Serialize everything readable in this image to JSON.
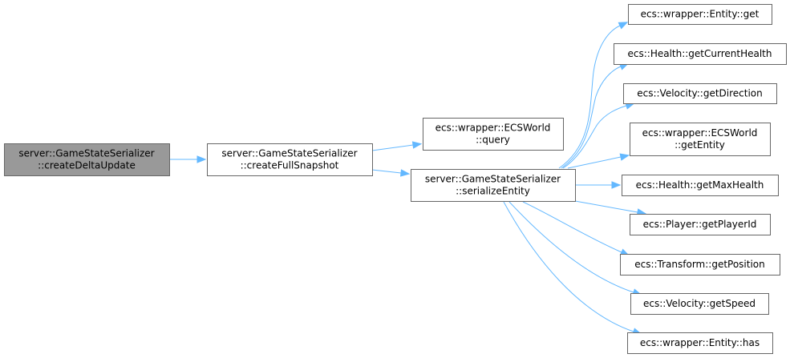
{
  "colors": {
    "edge": "#63b8ff",
    "root_fill": "#999999",
    "node_border": "#666666"
  },
  "nodes": [
    {
      "id": "createDeltaUpdate",
      "lines": [
        "server::GameStateSerializer",
        "::createDeltaUpdate"
      ],
      "root": true
    },
    {
      "id": "createFullSnapshot",
      "lines": [
        "server::GameStateSerializer",
        "::createFullSnapshot"
      ]
    },
    {
      "id": "query",
      "lines": [
        "ecs::wrapper::ECSWorld",
        "::query"
      ]
    },
    {
      "id": "serializeEntity",
      "lines": [
        "server::GameStateSerializer",
        "::serializeEntity"
      ]
    },
    {
      "id": "get",
      "lines": [
        "ecs::wrapper::Entity::get"
      ]
    },
    {
      "id": "getCurrentHealth",
      "lines": [
        "ecs::Health::getCurrentHealth"
      ]
    },
    {
      "id": "getDirection",
      "lines": [
        "ecs::Velocity::getDirection"
      ]
    },
    {
      "id": "getEntity",
      "lines": [
        "ecs::wrapper::ECSWorld",
        "::getEntity"
      ]
    },
    {
      "id": "getMaxHealth",
      "lines": [
        "ecs::Health::getMaxHealth"
      ]
    },
    {
      "id": "getPlayerId",
      "lines": [
        "ecs::Player::getPlayerId"
      ]
    },
    {
      "id": "getPosition",
      "lines": [
        "ecs::Transform::getPosition"
      ]
    },
    {
      "id": "getSpeed",
      "lines": [
        "ecs::Velocity::getSpeed"
      ]
    },
    {
      "id": "has",
      "lines": [
        "ecs::wrapper::Entity::has"
      ]
    }
  ],
  "edges": [
    [
      "createDeltaUpdate",
      "createFullSnapshot"
    ],
    [
      "createFullSnapshot",
      "query"
    ],
    [
      "createFullSnapshot",
      "serializeEntity"
    ],
    [
      "serializeEntity",
      "get"
    ],
    [
      "serializeEntity",
      "getCurrentHealth"
    ],
    [
      "serializeEntity",
      "getDirection"
    ],
    [
      "serializeEntity",
      "getEntity"
    ],
    [
      "serializeEntity",
      "getMaxHealth"
    ],
    [
      "serializeEntity",
      "getPlayerId"
    ],
    [
      "serializeEntity",
      "getPosition"
    ],
    [
      "serializeEntity",
      "getSpeed"
    ],
    [
      "serializeEntity",
      "has"
    ]
  ]
}
